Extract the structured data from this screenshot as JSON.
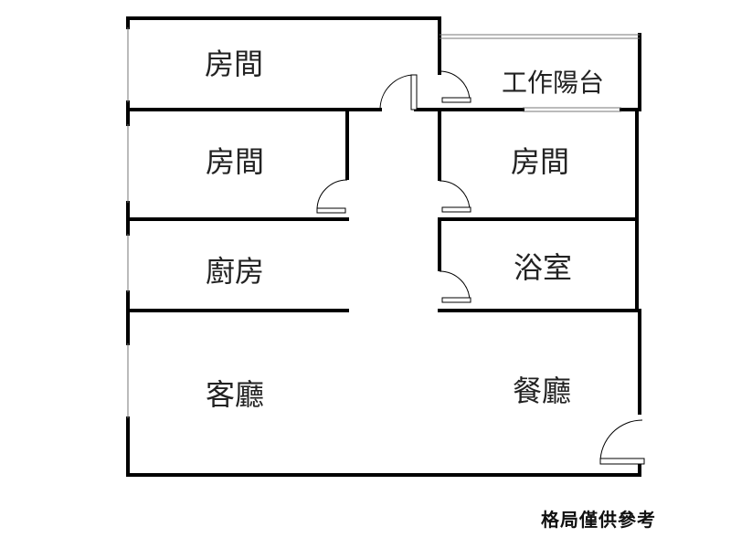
{
  "rooms": {
    "bedroom_1": "房間",
    "balcony": "工作陽台",
    "bedroom_2": "房間",
    "bedroom_3": "房間",
    "kitchen": "廚房",
    "bathroom": "浴室",
    "living_room": "客廳",
    "dining_room": "餐廳"
  },
  "note": "格局僅供參考",
  "colors": {
    "wall": "#000000",
    "thin_line": "#777777",
    "background": "#ffffff"
  }
}
